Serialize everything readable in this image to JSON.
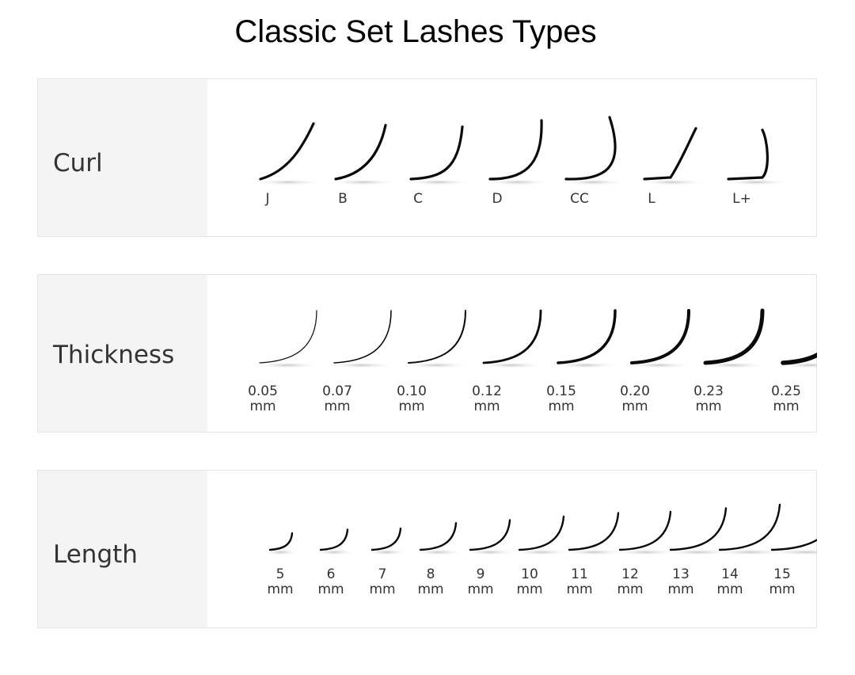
{
  "title": "Classic Set Lashes Types",
  "sections": {
    "curl": {
      "label": "Curl",
      "items": [
        {
          "label": "J"
        },
        {
          "label": "B"
        },
        {
          "label": "C"
        },
        {
          "label": "D"
        },
        {
          "label": "CC"
        },
        {
          "label": "L"
        },
        {
          "label": "L+"
        }
      ]
    },
    "thickness": {
      "label": "Thickness",
      "unit": "mm",
      "items": [
        {
          "value": "0.05"
        },
        {
          "value": "0.07"
        },
        {
          "value": "0.10"
        },
        {
          "value": "0.12"
        },
        {
          "value": "0.15"
        },
        {
          "value": "0.20"
        },
        {
          "value": "0.23"
        },
        {
          "value": "0.25"
        }
      ]
    },
    "length": {
      "label": "Length",
      "unit": "mm",
      "items": [
        {
          "value": "5"
        },
        {
          "value": "6"
        },
        {
          "value": "7"
        },
        {
          "value": "8"
        },
        {
          "value": "9"
        },
        {
          "value": "10"
        },
        {
          "value": "11"
        },
        {
          "value": "12"
        },
        {
          "value": "13"
        },
        {
          "value": "14"
        },
        {
          "value": "15"
        }
      ]
    }
  }
}
